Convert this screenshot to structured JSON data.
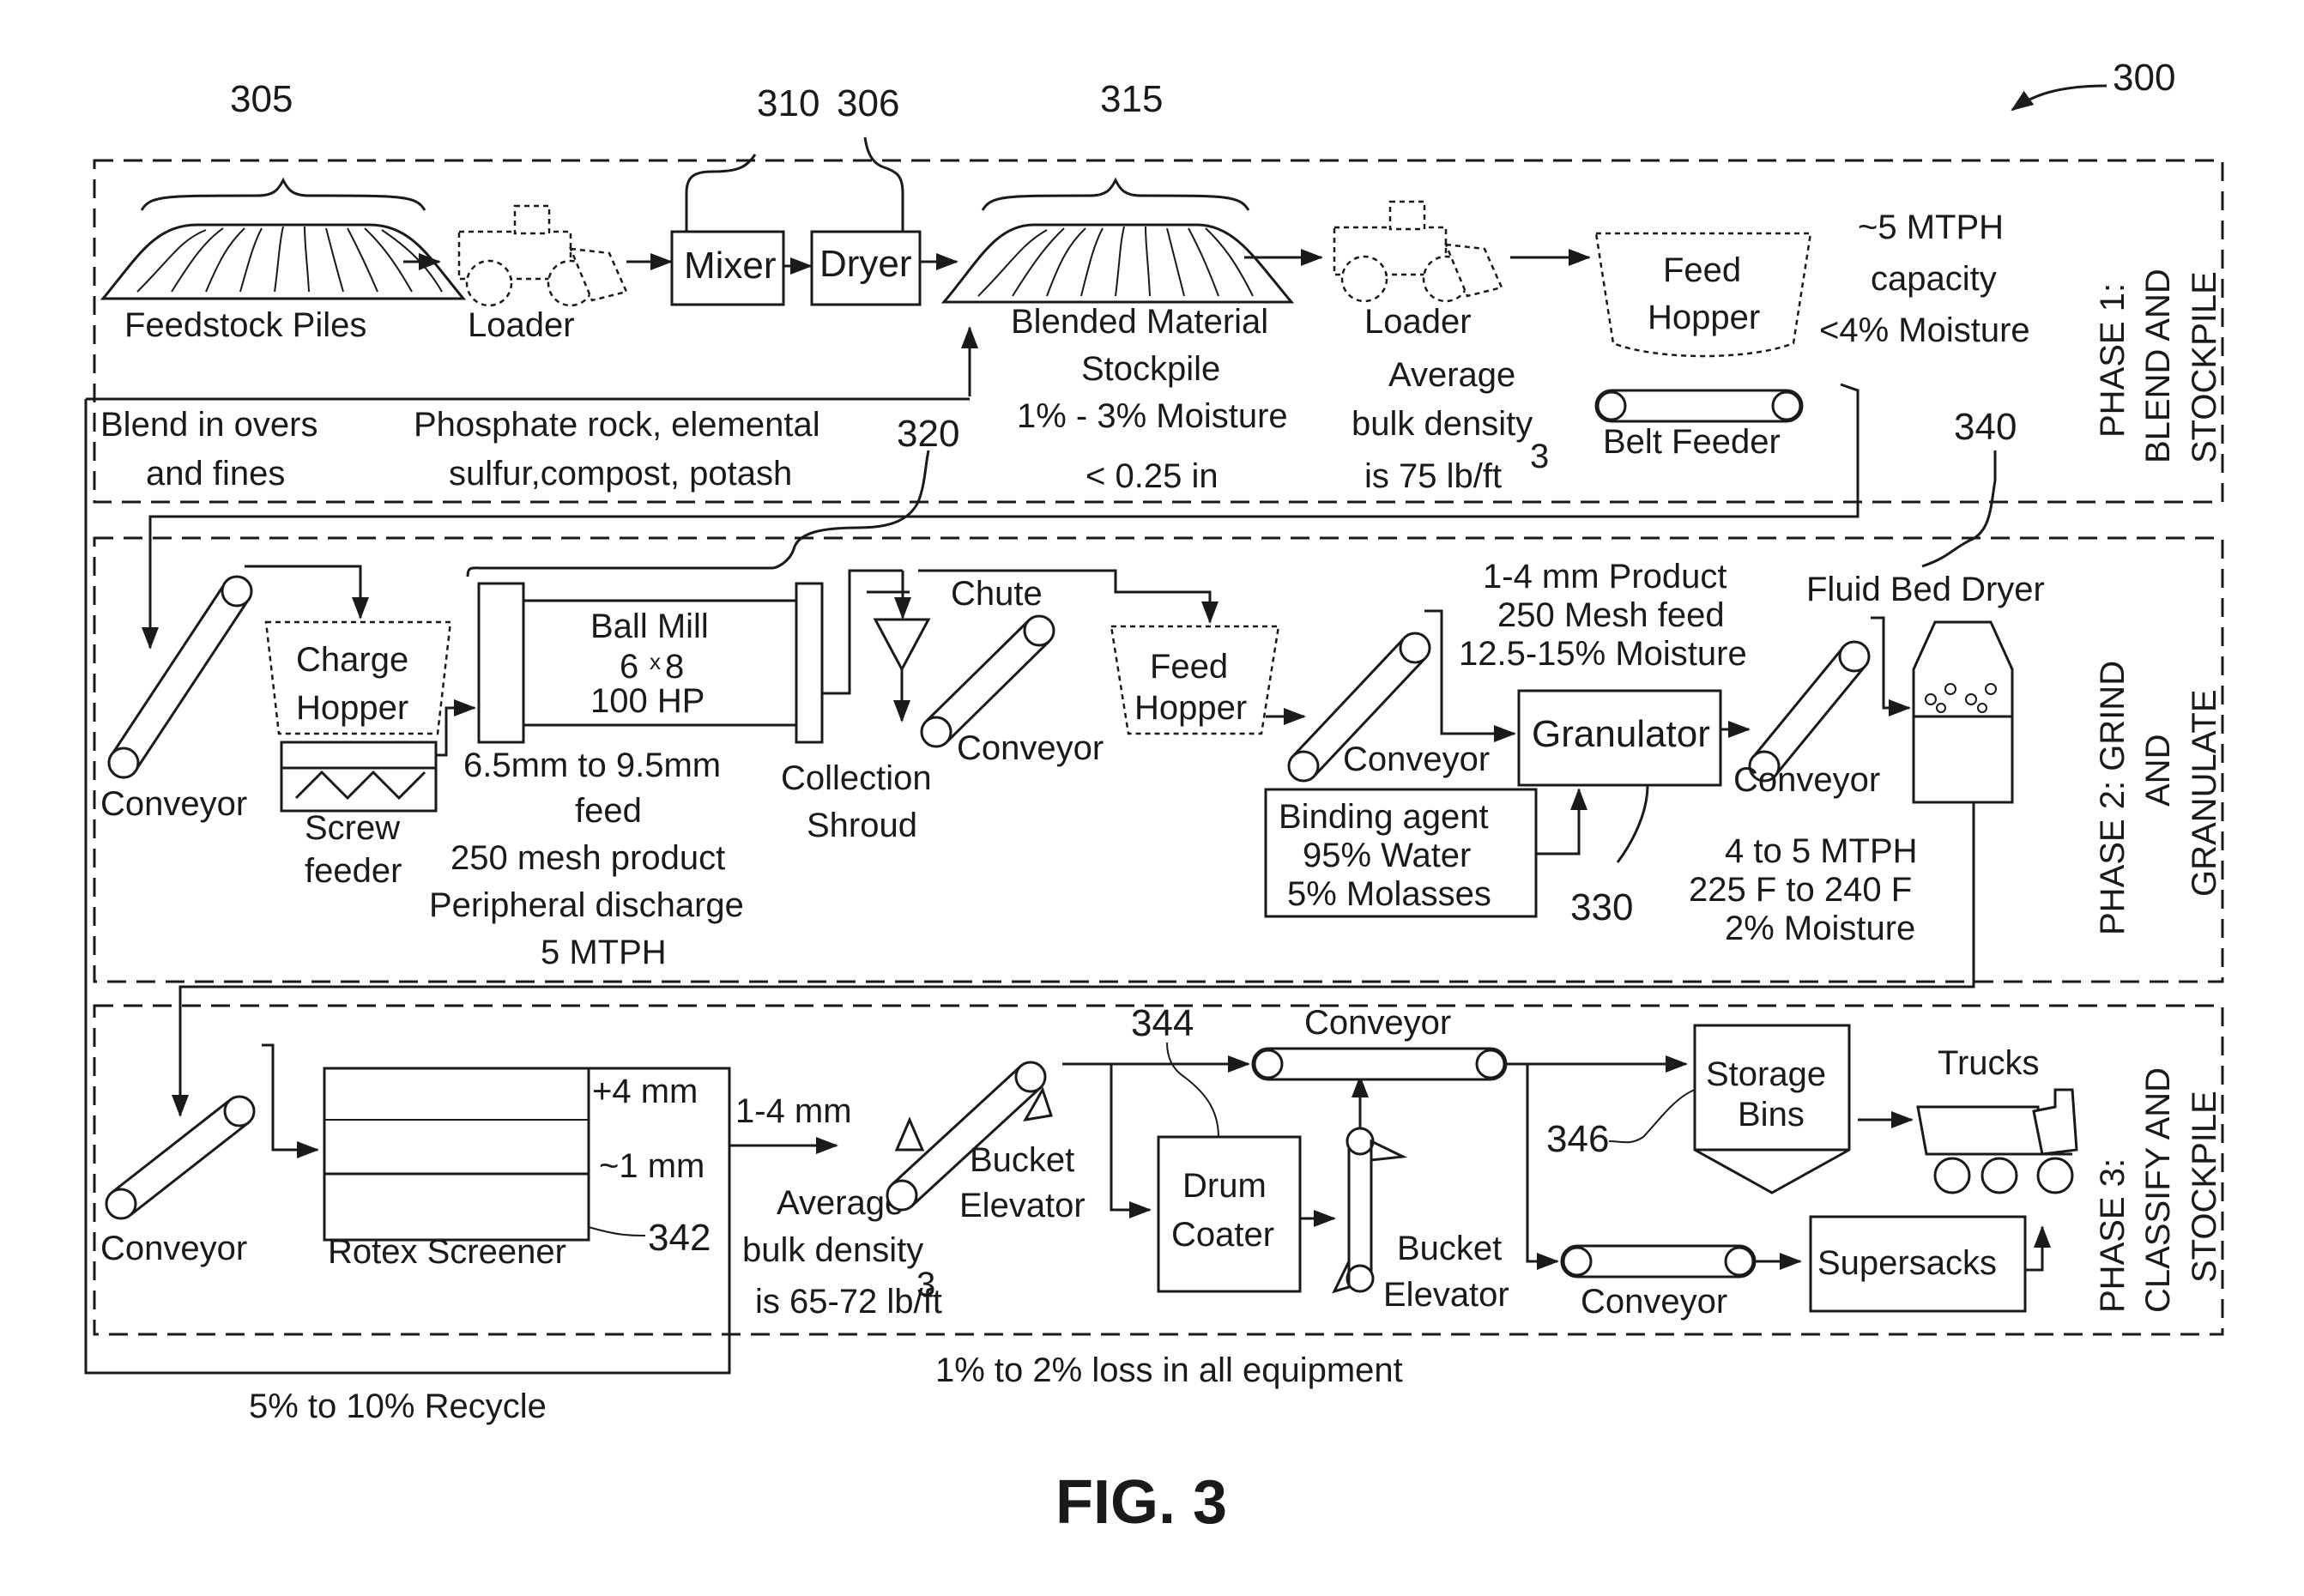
{
  "figure": {
    "ref": "300",
    "caption": "FIG. 3",
    "phases": [
      {
        "label_line1": "PHASE 1:",
        "label_line2": "BLEND AND",
        "label_line3": "STOCKPILE"
      },
      {
        "label_line1": "PHASE 2: GRIND",
        "label_line2": "AND",
        "label_line3": "GRANULATE"
      },
      {
        "label_line1": "PHASE 3:",
        "label_line2": "CLASSIFY AND",
        "label_line3": "STOCKPILE"
      }
    ]
  },
  "phase1": {
    "ref_feedstock": "305",
    "feedstock": "Feedstock Piles",
    "loader1": "Loader",
    "ref_mixer": "310",
    "mixer": "Mixer",
    "ref_dryer": "306",
    "dryer": "Dryer",
    "ref_stockpile": "315",
    "stockpile_l1": "Blended Material",
    "stockpile_l2": "Stockpile",
    "stockpile_l3": "1% - 3% Moisture",
    "stockpile_l4": "< 0.25 in",
    "loader2": "Loader",
    "density_l1": "Average",
    "density_l2": "bulk density",
    "density_l3": "is 75 lb/ft",
    "density_sup": "3",
    "feed_hopper_l1": "Feed",
    "feed_hopper_l2": "Hopper",
    "belt_feeder": "Belt Feeder",
    "capacity_l1": "~5 MTPH",
    "capacity_l2": "capacity",
    "capacity_l3": "<4% Moisture",
    "blend_l1": "Blend in overs",
    "blend_l2": "and fines",
    "inputs_l1": "Phosphate rock, elemental",
    "inputs_l2": "sulfur,compost, potash"
  },
  "phase2": {
    "conveyor1": "Conveyor",
    "charge_hopper_l1": "Charge",
    "charge_hopper_l2": "Hopper",
    "screw_l1": "Screw",
    "screw_l2": "feeder",
    "ref_mill": "320",
    "mill_l1": "Ball Mill",
    "mill_l2a": "6",
    "mill_l2x": "x",
    "mill_l2b": "8",
    "mill_l3": "100 HP",
    "mill_note1": "6.5mm to 9.5mm",
    "mill_note2": "feed",
    "mill_note3": "250 mesh product",
    "mill_note4": "Peripheral discharge",
    "mill_note5": "5 MTPH",
    "chute": "Chute",
    "shroud_l1": "Collection",
    "shroud_l2": "Shroud",
    "conveyor2": "Conveyor",
    "feed_hopper_l1": "Feed",
    "feed_hopper_l2": "Hopper",
    "conveyor3": "Conveyor",
    "product_l1": "1-4 mm Product",
    "product_l2": "250 Mesh feed",
    "product_l3": "12.5-15% Moisture",
    "granulator": "Granulator",
    "ref_granulator": "330",
    "binding_l1": "Binding agent",
    "binding_l2": "95% Water",
    "binding_l3": "5% Molasses",
    "conveyor4": "Conveyor",
    "ref_dryer": "340",
    "dryer": "Fluid Bed Dryer",
    "dryer_l1": "4 to 5 MTPH",
    "dryer_l2": "225 F to 240 F",
    "dryer_l3": "2% Moisture"
  },
  "phase3": {
    "conveyor1": "Conveyor",
    "plus4": "+4 mm",
    "minus1": "~1 mm",
    "screener": "Rotex Screener",
    "ref_screener": "342",
    "size": "1-4 mm",
    "density_l1": "Average",
    "density_l2": "bulk density",
    "density_l3": "is 65-72 lb/ft",
    "density_sup": "3",
    "elevator1_l1": "Bucket",
    "elevator1_l2": "Elevator",
    "ref_coater": "344",
    "coater_l1": "Drum",
    "coater_l2": "Coater",
    "conveyor_top": "Conveyor",
    "elevator2_l1": "Bucket",
    "elevator2_l2": "Elevator",
    "ref_bins": "346",
    "bins_l1": "Storage",
    "bins_l2": "Bins",
    "trucks": "Trucks",
    "conveyor_bottom": "Conveyor",
    "supersacks": "Supersacks",
    "recycle": "5% to 10% Recycle",
    "loss": "1% to 2% loss in all equipment"
  }
}
